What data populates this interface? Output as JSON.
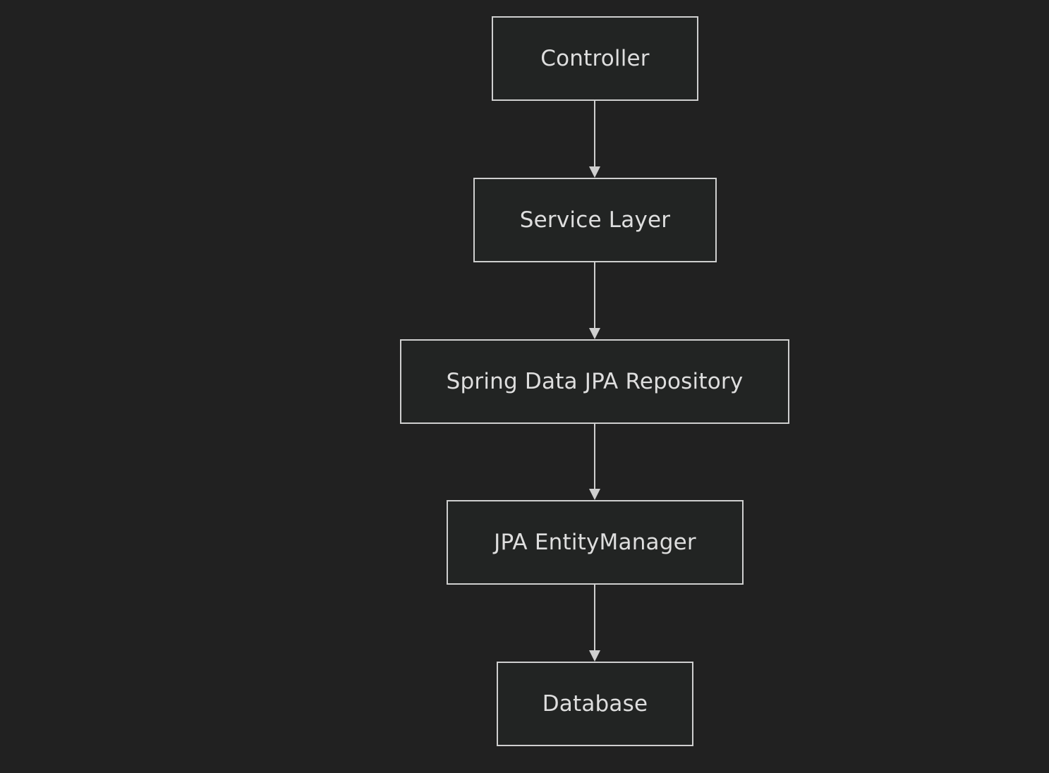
{
  "diagram": {
    "nodes": [
      {
        "id": "controller",
        "label": "Controller"
      },
      {
        "id": "service",
        "label": "Service Layer"
      },
      {
        "id": "repository",
        "label": "Spring Data JPA Repository"
      },
      {
        "id": "entitymanager",
        "label": "JPA EntityManager"
      },
      {
        "id": "database",
        "label": "Database"
      }
    ],
    "edges": [
      {
        "from": "controller",
        "to": "service"
      },
      {
        "from": "service",
        "to": "repository"
      },
      {
        "from": "repository",
        "to": "entitymanager"
      },
      {
        "from": "entitymanager",
        "to": "database"
      }
    ],
    "colors": {
      "background": "#212121",
      "node_fill": "#222423",
      "stroke": "#cfcfcf",
      "text": "#dedede"
    }
  }
}
